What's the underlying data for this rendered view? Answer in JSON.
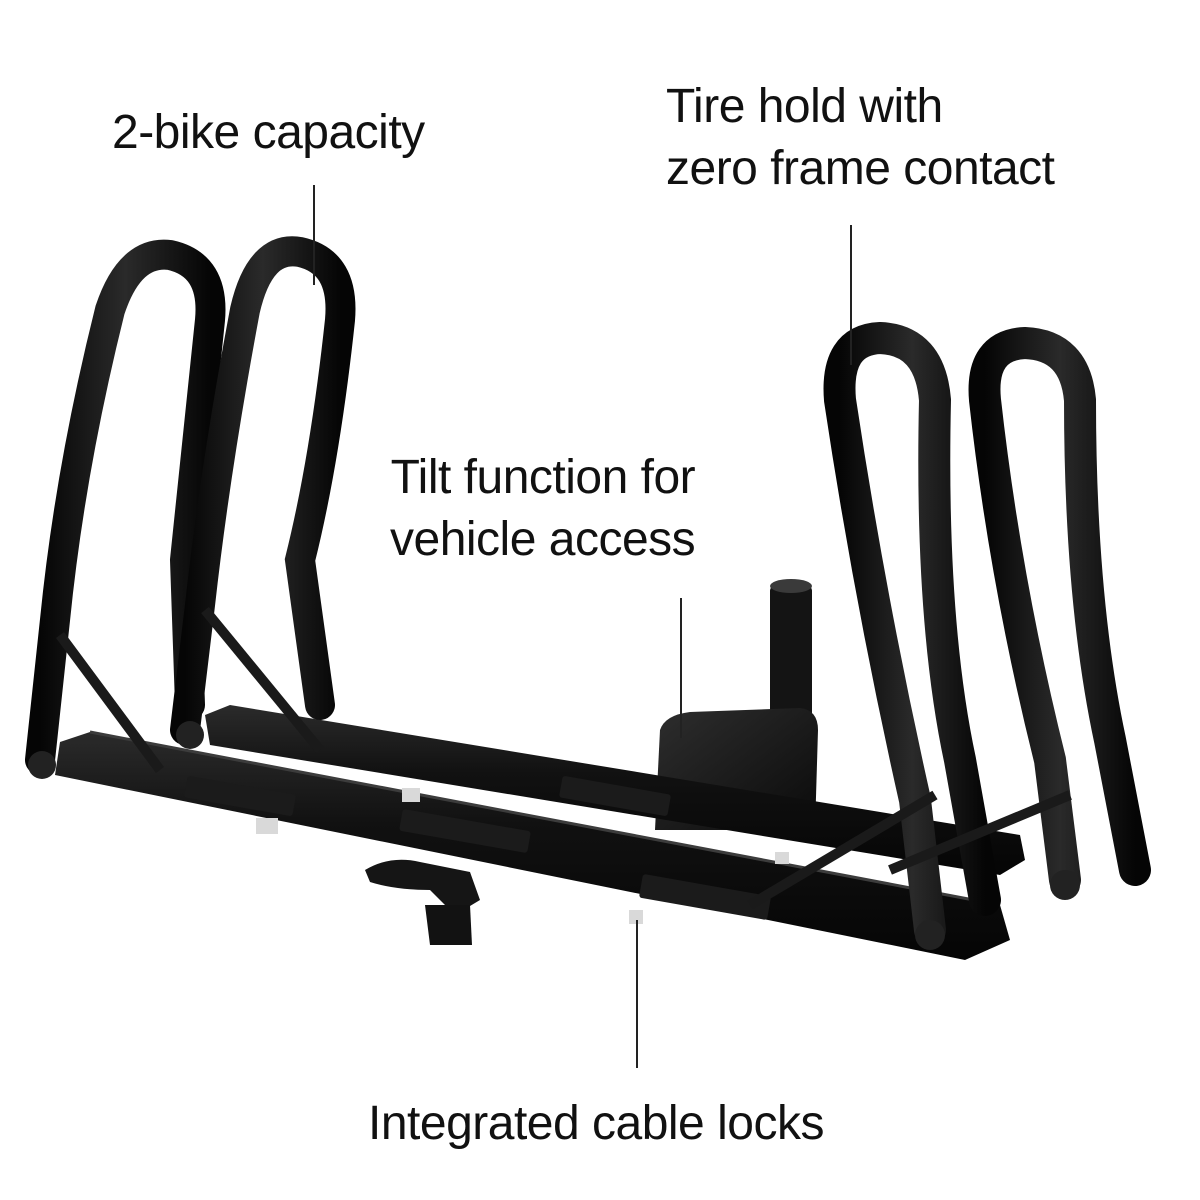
{
  "image": {
    "subject": "bike-rack",
    "background_color": "#ffffff",
    "rack_color": "#0d0d0d"
  },
  "callouts": {
    "capacity": {
      "line1": "2-bike capacity"
    },
    "tire_hold": {
      "line1": "Tire hold with",
      "line2": "zero frame contact"
    },
    "tilt": {
      "line1": "Tilt function for",
      "line2": "vehicle access"
    },
    "cable_locks": {
      "line1": "Integrated cable locks"
    }
  }
}
